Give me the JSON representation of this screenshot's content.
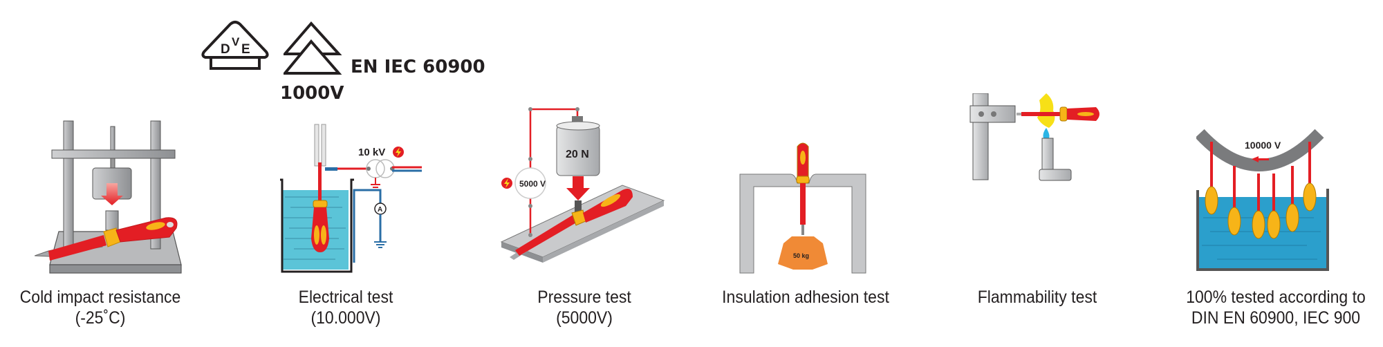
{
  "certification": {
    "vde_letters": {
      "d": "D",
      "v": "V",
      "e": "E"
    },
    "standard": "EN IEC 60900",
    "voltage": "1000V"
  },
  "tests": [
    {
      "id": "cold-impact",
      "caption_line1": "Cold impact resistance",
      "caption_line2": "(-25˚C)"
    },
    {
      "id": "electrical",
      "caption_line1": "Electrical test",
      "caption_line2": "(10.000V)",
      "label": "10 kV"
    },
    {
      "id": "pressure",
      "caption_line1": "Pressure test",
      "caption_line2": "(5000V)",
      "force_label": "20 N",
      "voltage_label": "5000 V"
    },
    {
      "id": "insulation-adhesion",
      "caption_line1": "Insulation adhesion test",
      "caption_line2": "",
      "weight_label": "50 kg"
    },
    {
      "id": "flammability",
      "caption_line1": "Flammability test",
      "caption_line2": ""
    },
    {
      "id": "full-test",
      "caption_line1": "100% tested according to",
      "caption_line2": "DIN EN 60900, IEC 900",
      "voltage_label": "10000 V"
    }
  ],
  "colors": {
    "red": "#e31e24",
    "yellow": "#f7b418",
    "steel": "#a7a9ac",
    "water": "#5bc4d8",
    "deep_water": "#2b9fcc",
    "orange_weight": "#f08a36",
    "wire_blue": "#2a6ea6",
    "text": "#231f20"
  }
}
